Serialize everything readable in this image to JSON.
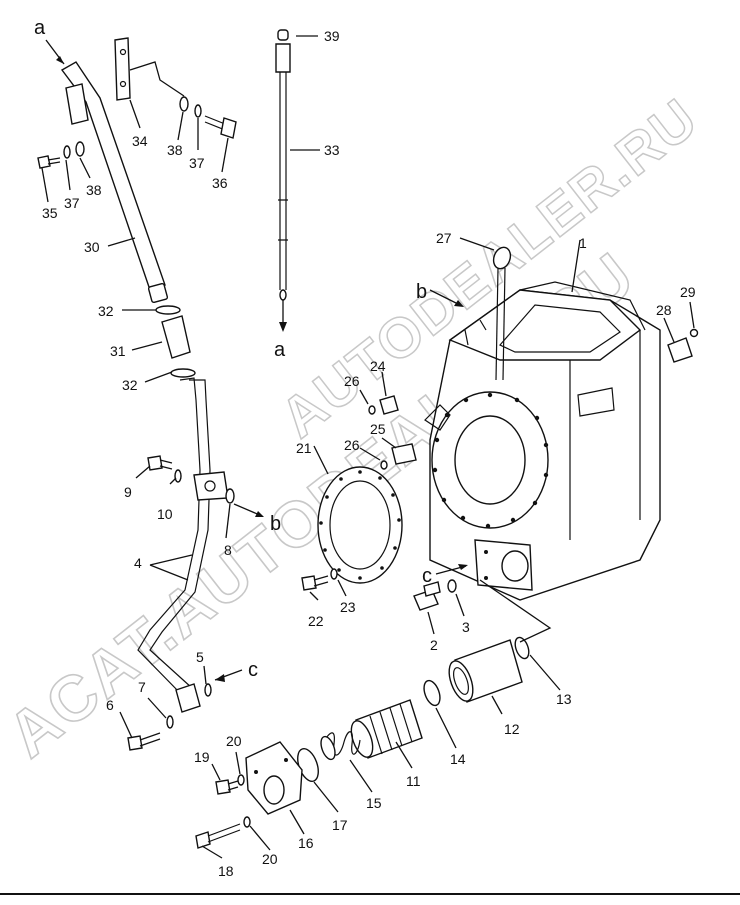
{
  "watermark": {
    "main": "ACAT.AUTODEALER.RU",
    "secondary": "AUTODEALER.RU"
  },
  "callouts": {
    "n1": "1",
    "n2": "2",
    "n3": "3",
    "n4": "4",
    "n5": "5",
    "n6": "6",
    "n7": "7",
    "n8": "8",
    "n9": "9",
    "n10": "10",
    "n11": "11",
    "n12": "12",
    "n13": "13",
    "n14": "14",
    "n15": "15",
    "n16": "16",
    "n17": "17",
    "n18": "18",
    "n19": "19",
    "n20a": "20",
    "n20b": "20",
    "n21": "21",
    "n22": "22",
    "n23": "23",
    "n24": "24",
    "n25": "25",
    "n26a": "26",
    "n26b": "26",
    "n27": "27",
    "n28": "28",
    "n29": "29",
    "n30": "30",
    "n31": "31",
    "n32a": "32",
    "n32b": "32",
    "n33": "33",
    "n34": "34",
    "n35": "35",
    "n36": "36",
    "n37a": "37",
    "n37b": "37",
    "n38a": "38",
    "n38b": "38",
    "n39": "39"
  },
  "refs": {
    "a_top": "a",
    "a_bottom": "a",
    "b_top": "b",
    "b_bottom": "b",
    "c_left": "c",
    "c_right": "c"
  }
}
